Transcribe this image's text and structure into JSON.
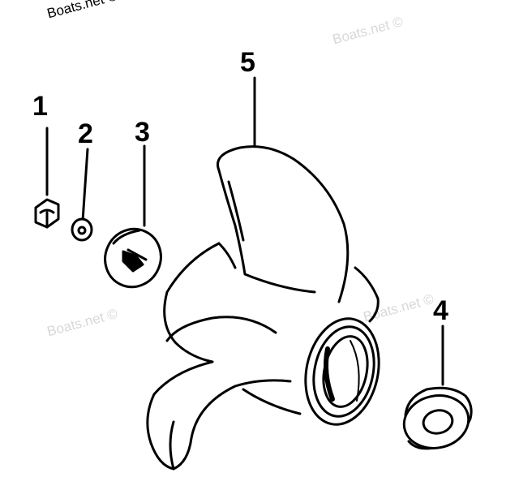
{
  "watermarks": {
    "primary": "Boats.net ©",
    "secondary_top": "Boats.net ©",
    "secondary_left": "Boats.net ©",
    "secondary_right": "Boats.net ©"
  },
  "callouts": {
    "nut": "1",
    "washer": "2",
    "spacer": "3",
    "thrust_washer": "4",
    "propeller": "5"
  }
}
